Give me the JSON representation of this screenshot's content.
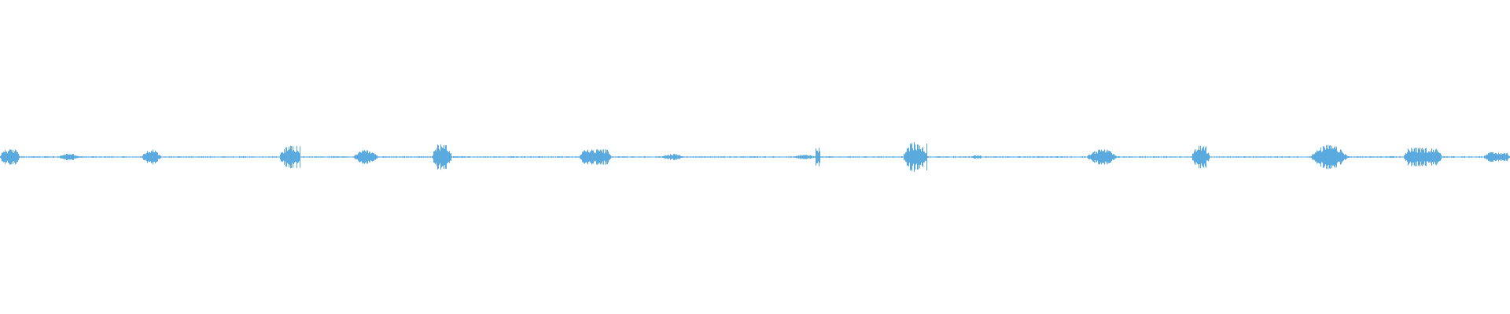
{
  "waveform": {
    "color": "#5aaae0",
    "duration": 1,
    "baseline_amplitude": 0.004,
    "bursts": [
      {
        "start": 0.0,
        "end": 0.013,
        "peak": 0.05,
        "shape": "block"
      },
      {
        "start": 0.038,
        "end": 0.053,
        "peak": 0.025,
        "shape": "swell"
      },
      {
        "start": 0.093,
        "end": 0.107,
        "peak": 0.05,
        "shape": "swell"
      },
      {
        "start": 0.185,
        "end": 0.199,
        "peak": 0.075,
        "shape": "spiky"
      },
      {
        "start": 0.233,
        "end": 0.251,
        "peak": 0.045,
        "shape": "swell"
      },
      {
        "start": 0.286,
        "end": 0.299,
        "peak": 0.085,
        "shape": "spiky"
      },
      {
        "start": 0.383,
        "end": 0.405,
        "peak": 0.05,
        "shape": "block"
      },
      {
        "start": 0.437,
        "end": 0.454,
        "peak": 0.02,
        "shape": "swell"
      },
      {
        "start": 0.524,
        "end": 0.541,
        "peak": 0.015,
        "shape": "swell"
      },
      {
        "start": 0.54,
        "end": 0.543,
        "peak": 0.06,
        "shape": "spike"
      },
      {
        "start": 0.598,
        "end": 0.614,
        "peak": 0.095,
        "shape": "spiky"
      },
      {
        "start": 0.643,
        "end": 0.651,
        "peak": 0.015,
        "shape": "swell"
      },
      {
        "start": 0.719,
        "end": 0.74,
        "peak": 0.055,
        "shape": "swell"
      },
      {
        "start": 0.789,
        "end": 0.801,
        "peak": 0.075,
        "shape": "spiky"
      },
      {
        "start": 0.867,
        "end": 0.893,
        "peak": 0.08,
        "shape": "swell"
      },
      {
        "start": 0.929,
        "end": 0.955,
        "peak": 0.06,
        "shape": "block"
      },
      {
        "start": 0.982,
        "end": 1.0,
        "peak": 0.03,
        "shape": "block"
      }
    ]
  }
}
